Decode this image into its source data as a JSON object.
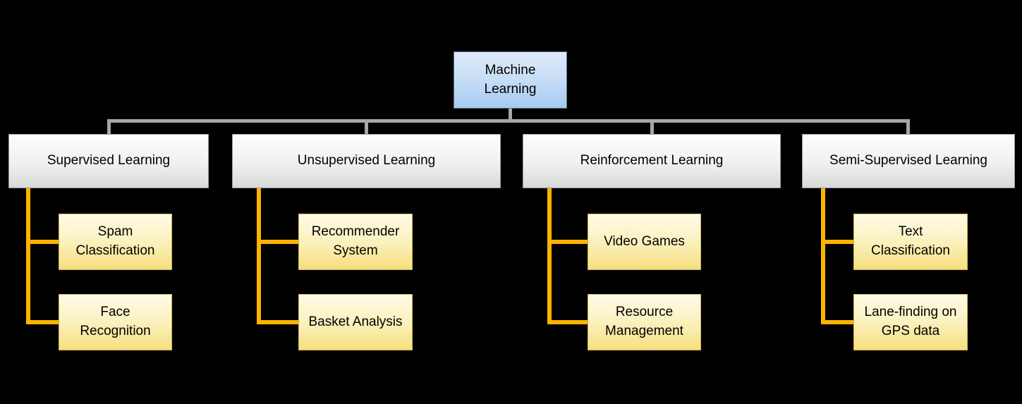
{
  "colors": {
    "background": "#000000",
    "text": "#000000",
    "connector_gray": "#A6A6A6",
    "connector_orange": "#FFB301",
    "root_fill_top": "#DDEBFA",
    "root_fill_bottom": "#A6CAF1",
    "root_border": "#5F7489",
    "branch_fill_top": "#FDFDFD",
    "branch_fill_bottom": "#D9D9D9",
    "branch_border": "#9A9A9A",
    "leaf_fill_top": "#FEFBE7",
    "leaf_fill_bottom": "#F5DF7D",
    "leaf_border": "#CDB64F"
  },
  "tree": {
    "root": {
      "label": "Machine Learning"
    },
    "branches": [
      {
        "label": "Supervised Learning",
        "children": [
          {
            "label": "Spam Classification"
          },
          {
            "label": "Face Recognition"
          }
        ]
      },
      {
        "label": "Unsupervised Learning",
        "children": [
          {
            "label": "Recommender System"
          },
          {
            "label": "Basket Analysis"
          }
        ]
      },
      {
        "label": "Reinforcement Learning",
        "children": [
          {
            "label": "Video Games"
          },
          {
            "label": "Resource Management"
          }
        ]
      },
      {
        "label": "Semi-Supervised Learning",
        "children": [
          {
            "label": "Text Classification"
          },
          {
            "label": "Lane-finding on GPS data"
          }
        ]
      }
    ]
  }
}
